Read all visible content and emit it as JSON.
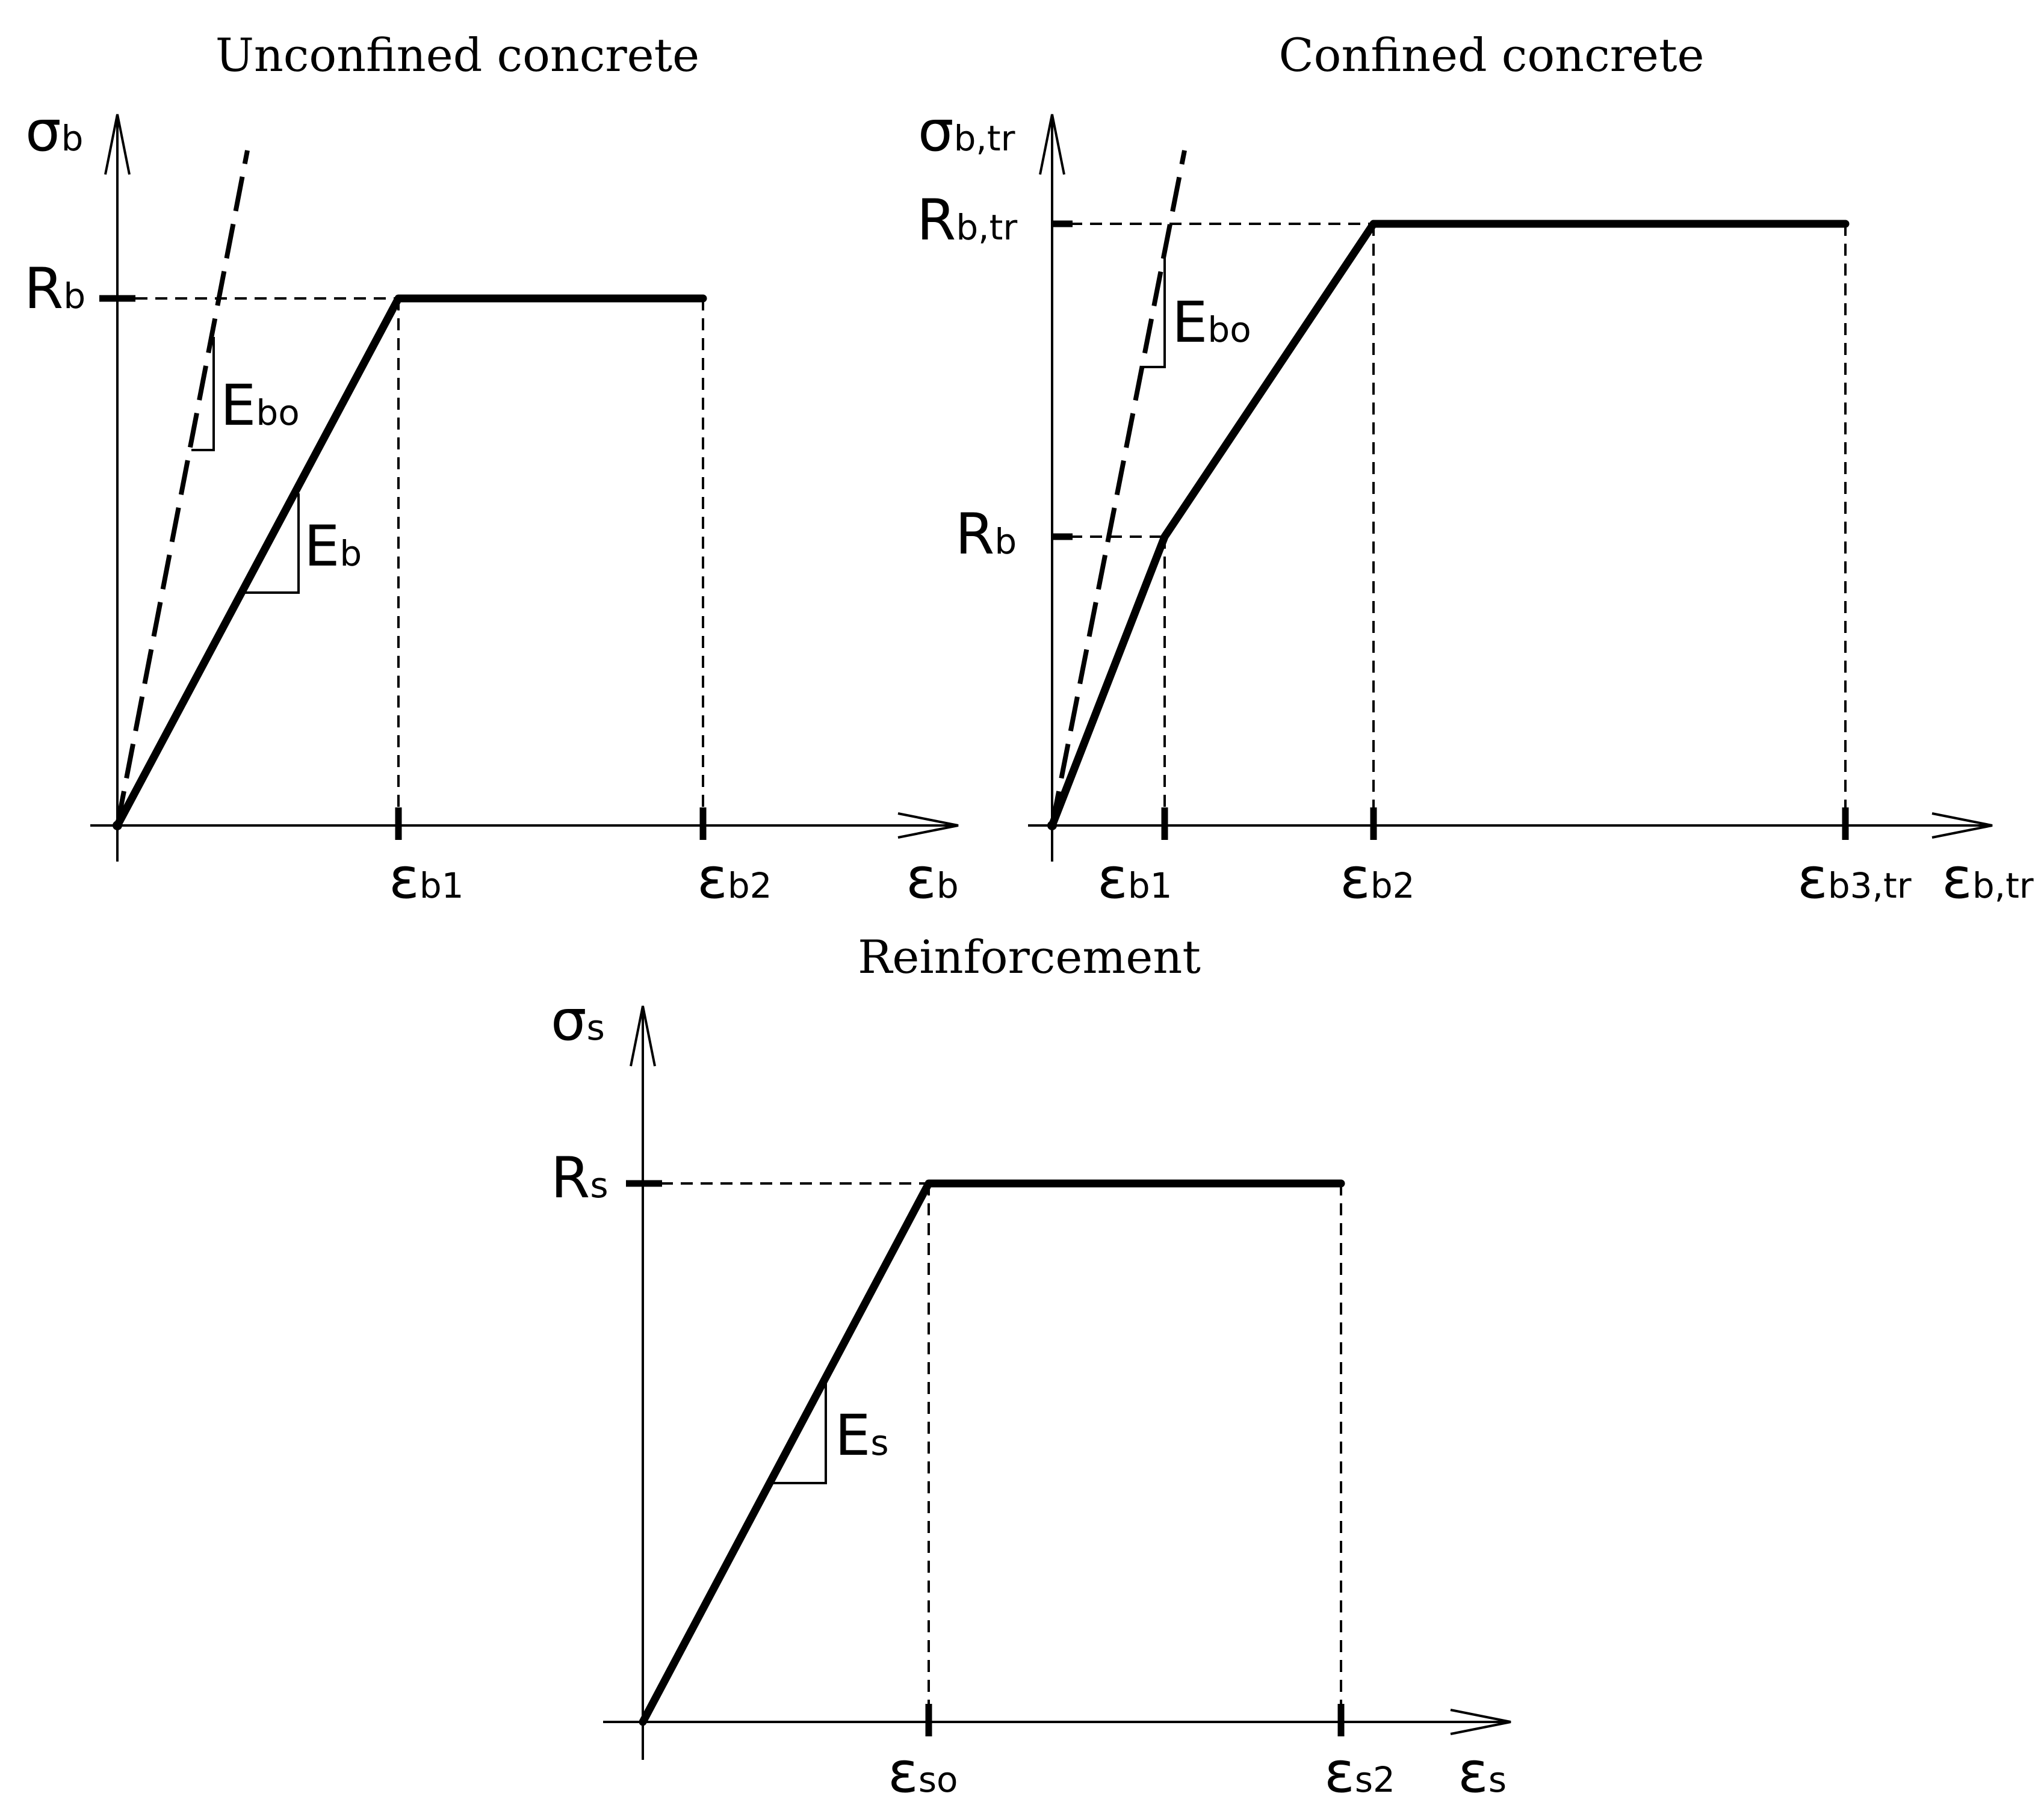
{
  "titles": {
    "unconfined": "Unconfined concrete",
    "confined": "Confined concrete",
    "reinforcement": "Reinforcement"
  },
  "labels": {
    "sigma_b": {
      "main": "σ",
      "sub": "b"
    },
    "R_b": {
      "main": "R",
      "sub": "b"
    },
    "E_bo": {
      "main": "E",
      "sub": "bo"
    },
    "E_b": {
      "main": "E",
      "sub": "b"
    },
    "eps_b1": {
      "main": "ε",
      "sub": "b1"
    },
    "eps_b2": {
      "main": "ε",
      "sub": "b2"
    },
    "eps_b": {
      "main": "ε",
      "sub": "b"
    },
    "sigma_btr": {
      "main": "σ",
      "sub": "b,tr"
    },
    "R_btr": {
      "main": "R",
      "sub": "b,tr"
    },
    "E_bo_c": {
      "main": "E",
      "sub": "bo"
    },
    "R_b_c": {
      "main": "R",
      "sub": "b"
    },
    "eps_b1_c": {
      "main": "ε",
      "sub": "b1"
    },
    "eps_b2_c": {
      "main": "ε",
      "sub": "b2"
    },
    "eps_b3tr": {
      "main": "ε",
      "sub": "b3,tr"
    },
    "eps_btr": {
      "main": "ε",
      "sub": "b,tr"
    },
    "sigma_s": {
      "main": "σ",
      "sub": "s"
    },
    "R_s": {
      "main": "R",
      "sub": "s"
    },
    "E_s": {
      "main": "E",
      "sub": "s"
    },
    "eps_so": {
      "main": "ε",
      "sub": "so"
    },
    "eps_s2": {
      "main": "ε",
      "sub": "s2"
    },
    "eps_s": {
      "main": "ε",
      "sub": "s"
    }
  }
}
